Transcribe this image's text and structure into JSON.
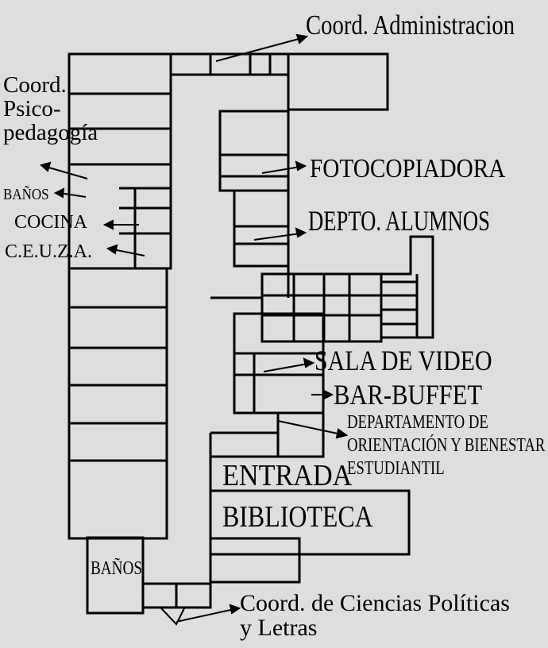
{
  "labels": {
    "coord_admin": "Coord. Administracion",
    "coord_psico": [
      "Coord.",
      "Psico-",
      "pedagogía"
    ],
    "banos_top": "BAÑOS",
    "cocina": "COCINA",
    "ceuza": "C.E.U.Z.A.",
    "fotocopiadora": "FOTOCOPIADORA",
    "depto_alumnos": "DEPTO. ALUMNOS",
    "sala_video": "SALA DE VIDEO",
    "bar_buffet": "BAR-BUFFET",
    "orientacion": [
      "DEPARTAMENTO DE",
      "ORIENTACIÓN Y BIENESTAR",
      "ESTUDIANTIL"
    ],
    "entrada": "ENTRADA",
    "biblioteca": "BIBLIOTECA",
    "banos_bottom": "BAÑOS",
    "coord_ciencias": [
      "Coord. de Ciencias Políticas",
      "y Letras"
    ]
  },
  "colors": {
    "background": "#dedede",
    "lines": "#000000",
    "fill": "#e9e9e9"
  }
}
